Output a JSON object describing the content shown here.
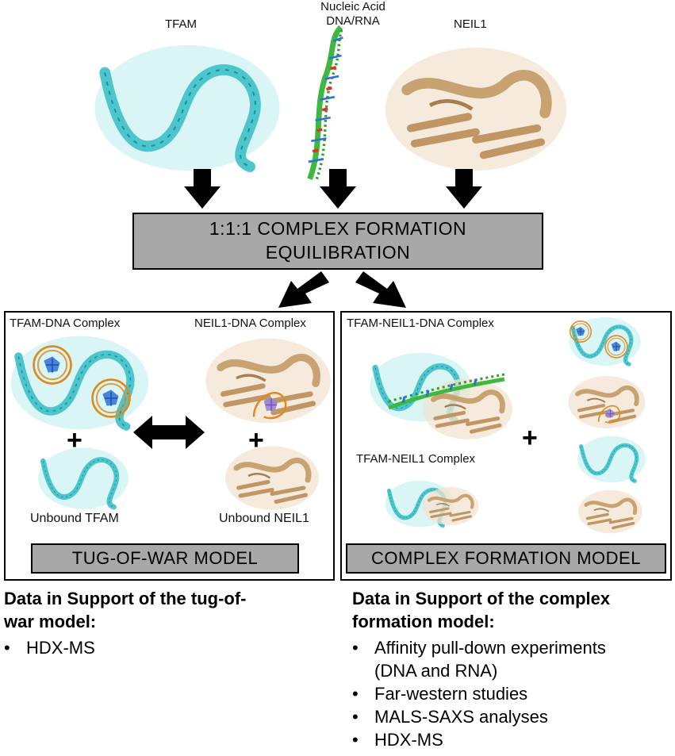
{
  "top_labels": {
    "tfam": "TFAM",
    "nucleic_acid_line1": "Nucleic Acid",
    "nucleic_acid_line2": "DNA/RNA",
    "neil1": "NEIL1"
  },
  "equilibration_box": {
    "line1": "1:1:1 COMPLEX FORMATION",
    "line2": "EQUILIBRATION"
  },
  "left_panel": {
    "tfam_dna_label": "TFAM-DNA Complex",
    "neil1_dna_label": "NEIL1-DNA Complex",
    "unbound_tfam_label": "Unbound TFAM",
    "unbound_neil1_label": "Unbound NEIL1",
    "plus_symbol": "+",
    "model_label": "TUG-OF-WAR MODEL"
  },
  "right_panel": {
    "tfam_neil1_dna_label": "TFAM-NEIL1-DNA Complex",
    "tfam_neil1_label": "TFAM-NEIL1 Complex",
    "plus_symbol": "+",
    "model_label": "COMPLEX FORMATION MODEL"
  },
  "left_text": {
    "heading_line1": "Data in Support of the tug-of-",
    "heading_line2": "war model:",
    "items": [
      "HDX-MS"
    ]
  },
  "right_text": {
    "heading_line1": "Data in Support of the complex",
    "heading_line2": "formation model:",
    "items": [
      "Affinity pull-down experiments",
      "(DNA and RNA)",
      "Far-western studies",
      "MALS-SAXS analyses",
      "HDX-MS"
    ]
  },
  "colors": {
    "tfam": "#4cc6cc",
    "neil1": "#d4b083",
    "dna_orange": "#e08a1e",
    "dna_green": "#3fb83f",
    "dna_blue": "#2f6fd6",
    "dna_purple": "#9c84d6",
    "box_gray": "#a8a8a8"
  }
}
